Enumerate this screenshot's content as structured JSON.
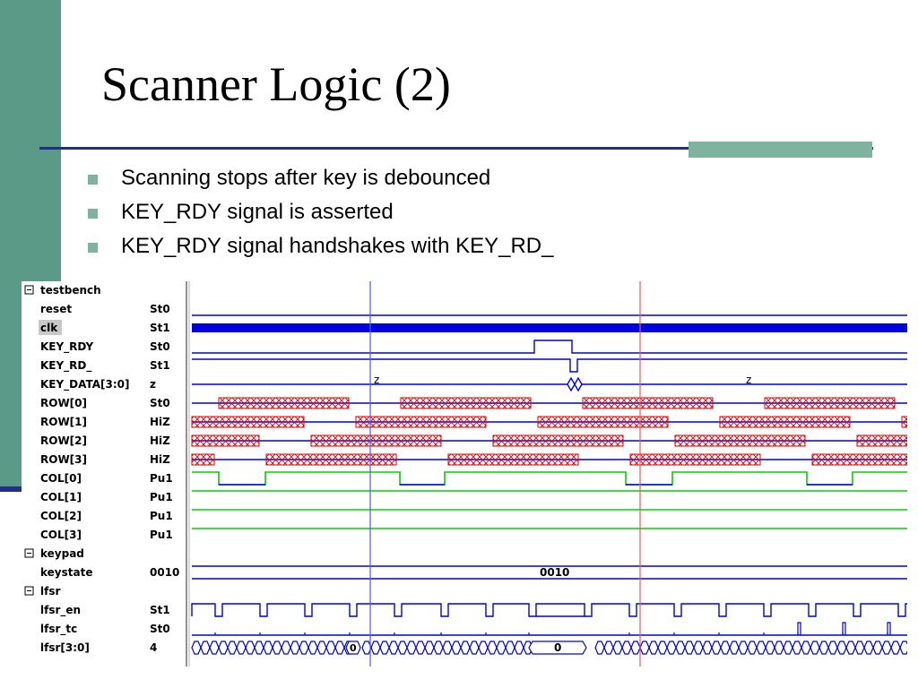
{
  "slide": {
    "title": "Scanner Logic (2)",
    "bullets": [
      "Scanning stops after key is debounced",
      "KEY_RDY signal is asserted",
      "KEY_RDY signal handshakes with KEY_RD_"
    ]
  },
  "colors": {
    "left_bar": "#5a9a86",
    "accent": "#7fb3a0",
    "rule": "#1f2f8c",
    "wave_blue": "#0000e0",
    "wave_green": "#00d000",
    "wave_red_hatch": "#e00000",
    "cursor_blue": "#4a5ae8",
    "cursor_red": "#e85a5a"
  },
  "waveform": {
    "groups": [
      {
        "name": "testbench",
        "collapse_icon": "minus-box-icon"
      },
      {
        "name": "keypad",
        "collapse_icon": "minus-box-icon"
      },
      {
        "name": "lfsr",
        "collapse_icon": "minus-box-icon"
      }
    ],
    "signals": [
      {
        "name": "testbench",
        "value": "",
        "kind": "group"
      },
      {
        "name": "reset",
        "value": "St0",
        "kind": "low"
      },
      {
        "name": "clk",
        "value": "St1",
        "kind": "clock",
        "selected": true
      },
      {
        "name": "KEY_RDY",
        "value": "St0",
        "kind": "keyrdy"
      },
      {
        "name": "KEY_RD_",
        "value": "St1",
        "kind": "keyrd"
      },
      {
        "name": "KEY_DATA[3:0]",
        "value": "z",
        "kind": "bus_z",
        "labels": [
          "z",
          "z"
        ]
      },
      {
        "name": "ROW[0]",
        "value": "St0",
        "kind": "row"
      },
      {
        "name": "ROW[1]",
        "value": "HiZ",
        "kind": "row"
      },
      {
        "name": "ROW[2]",
        "value": "HiZ",
        "kind": "row"
      },
      {
        "name": "ROW[3]",
        "value": "HiZ",
        "kind": "row"
      },
      {
        "name": "COL[0]",
        "value": "Pu1",
        "kind": "col0"
      },
      {
        "name": "COL[1]",
        "value": "Pu1",
        "kind": "high_green"
      },
      {
        "name": "COL[2]",
        "value": "Pu1",
        "kind": "high_green"
      },
      {
        "name": "COL[3]",
        "value": "Pu1",
        "kind": "high_green"
      },
      {
        "name": "keypad",
        "value": "",
        "kind": "group"
      },
      {
        "name": "keystate",
        "value": "0010",
        "kind": "bus_value",
        "labels": [
          "0010"
        ]
      },
      {
        "name": "lfsr",
        "value": "",
        "kind": "group"
      },
      {
        "name": "lfsr_en",
        "value": "St1",
        "kind": "lfsr_en"
      },
      {
        "name": "lfsr_tc",
        "value": "St0",
        "kind": "lfsr_tc"
      },
      {
        "name": "lfsr[3:0]",
        "value": "4",
        "kind": "lfsr_bus",
        "labels": [
          "0",
          "0"
        ]
      }
    ]
  }
}
